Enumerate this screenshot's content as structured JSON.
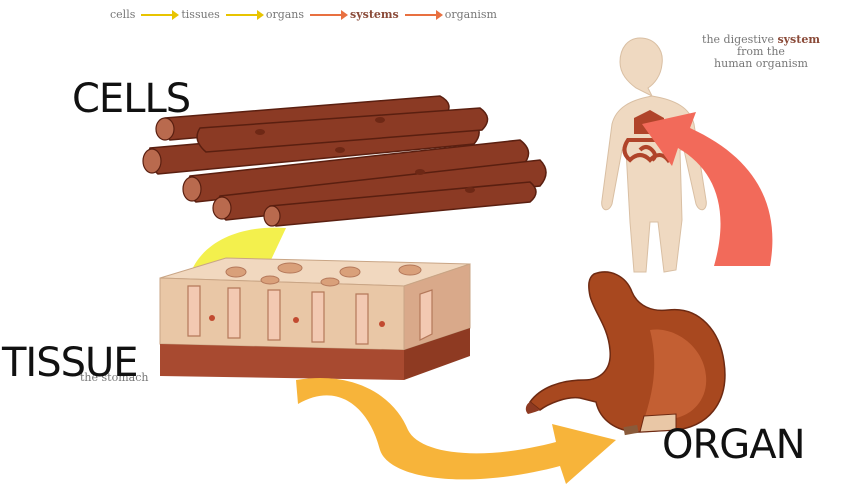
{
  "flow": {
    "steps": [
      "cells",
      "tissues",
      "organs",
      "systems",
      "organism"
    ]
  },
  "system_caption": {
    "line1_a": "the digestive",
    "line1_b": "system",
    "line2": "from the",
    "line3": "human organism"
  },
  "tissue_caption": {
    "line2": "the stomach"
  },
  "labels": {
    "cells": "CELLS",
    "tissue": "TISSUE",
    "organ": "ORGAN"
  },
  "colors": {
    "cell_fill": "#8b3a24",
    "tissue_top": "#e9c7a6",
    "tissue_side": "#c98a66",
    "organ_fill": "#a8481f",
    "body_fill": "#efd9c1",
    "arrow_yellow": "#f2ee3a",
    "arrow_orange": "#f7b43a",
    "arrow_red": "#f26a5a"
  }
}
